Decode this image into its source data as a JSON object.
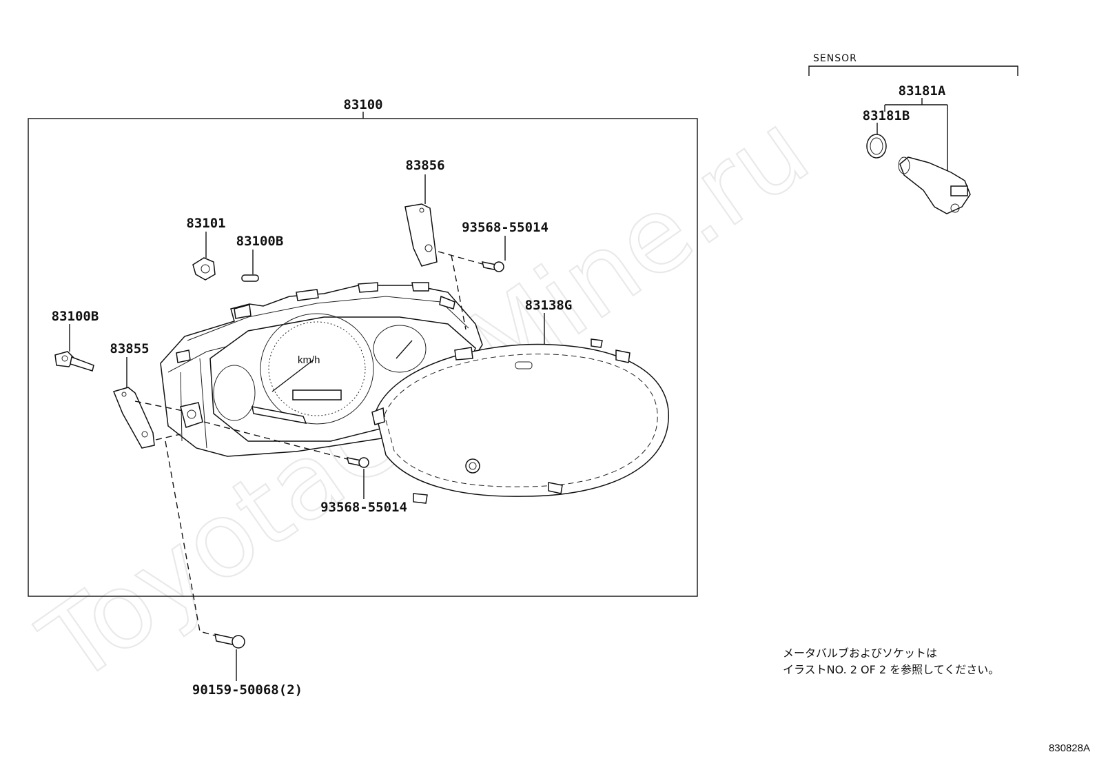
{
  "watermark": "ToyotaCarMine.ru",
  "sensor_group": {
    "title": "SENSOR"
  },
  "parts": {
    "assembly": "83100",
    "bracket_right": "83856",
    "screw_top": "93568-55014",
    "socket_top": "83101",
    "bulb_center": "83100B",
    "bulb_left": "83100B",
    "bracket_left": "83855",
    "glass": "83138G",
    "screw_bottom": "93568-55014",
    "screw_outer": "90159-50068(2)",
    "sensor_a": "83181A",
    "sensor_b": "83181B"
  },
  "note": {
    "line1": "メータバルブおよびソケットは",
    "line2": "イラストNO. 2  OF  2  を参照してください。"
  },
  "figure_code": "830828A"
}
